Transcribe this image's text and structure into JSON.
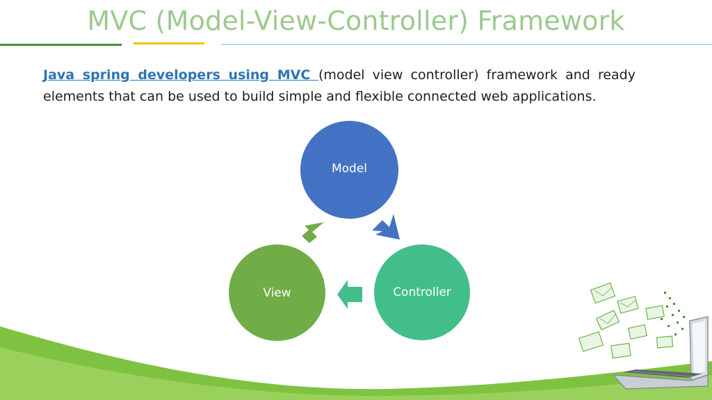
{
  "slide": {
    "title": "MVC (Model-View-Controller) Framework",
    "intro_link": "Java spring developers using MVC ",
    "intro_text": "(model view controller) framework and ready elements that can be used to build simple and flexible connected web applications."
  },
  "diagram": {
    "nodes": [
      {
        "label": "Model",
        "color": "#4472c4"
      },
      {
        "label": "View",
        "color": "#70ad47"
      },
      {
        "label": "Controller",
        "color": "#42be8b"
      }
    ],
    "arrows": [
      {
        "from": "Model",
        "to": "Controller",
        "color": "#4472c4"
      },
      {
        "from": "Controller",
        "to": "View",
        "color": "#42be8b"
      },
      {
        "from": "View",
        "to": "Model",
        "color": "#70ad47"
      }
    ]
  },
  "colors": {
    "title": "#9cc98f",
    "link": "#2e74b5",
    "wave": "#7fc241",
    "rule_green": "#4a8f2a",
    "rule_yellow": "#f2c200",
    "rule_blue": "#bcd3ea"
  },
  "decoration": {
    "icon": "laptop-with-envelopes-icon"
  }
}
